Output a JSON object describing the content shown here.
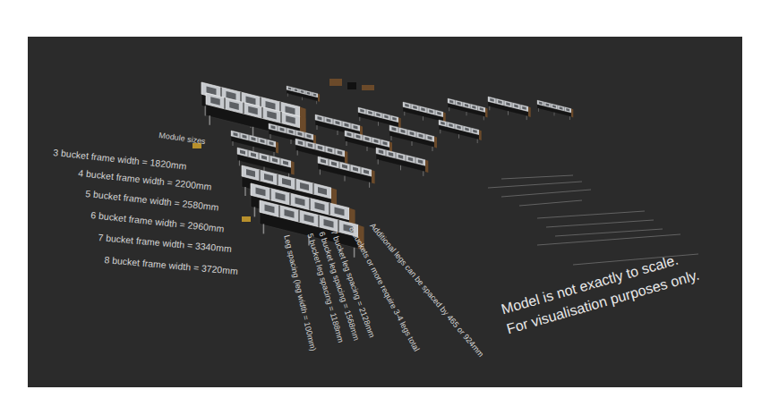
{
  "diagram": {
    "labels": [
      "Module sizes",
      "3 bucket frame width = 1820mm",
      "4 bucket frame width = 2200mm",
      "5 bucket frame width = 2580mm",
      "6 bucket frame width = 2960mm",
      "7 bucket frame width = 3340mm",
      "8 bucket frame width = 3720mm",
      "Leg spacing (leg width = 100mm)",
      "5 bucket leg spacing = 1188mm",
      "6 bucket leg spacing = 1568mm",
      "7 bucket leg spacing = 2128mm",
      "8 buckets or more require 3-4 legs total",
      "Additional legs can be spaced by 465 or 924mm",
      "Model is not exactly to scale.",
      "For visualisation purposes only."
    ]
  }
}
